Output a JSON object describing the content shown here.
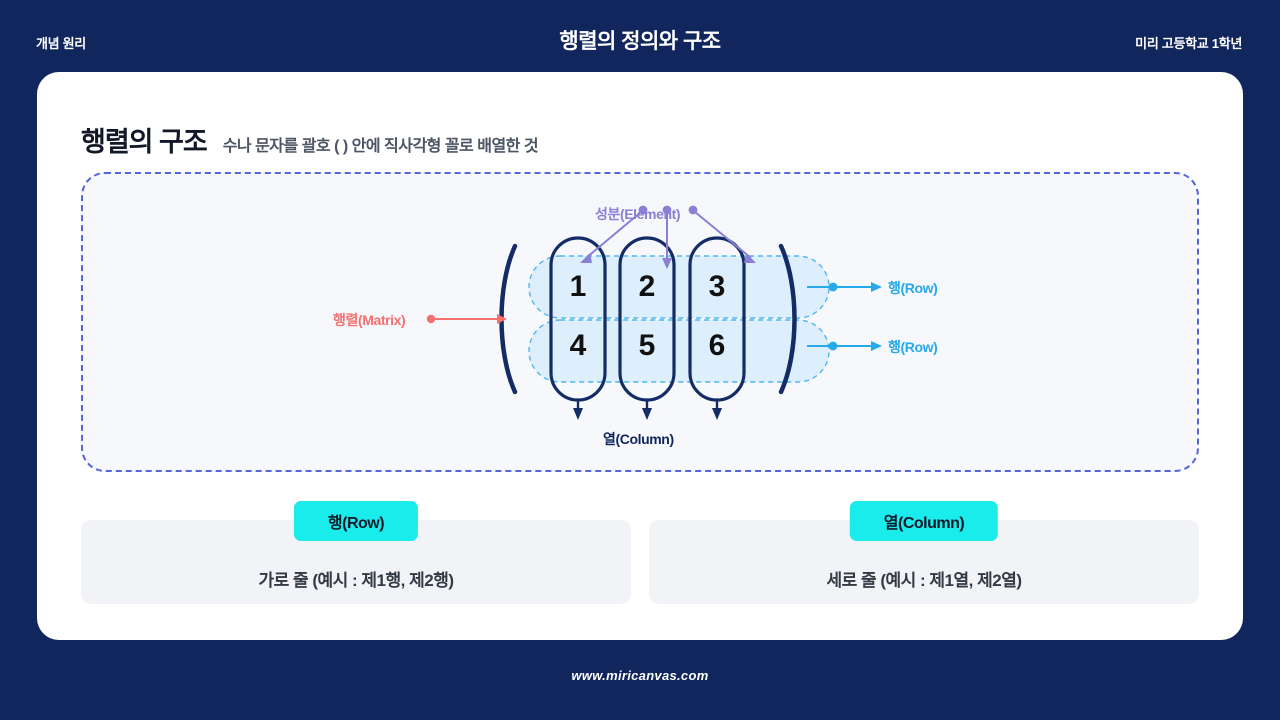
{
  "header": {
    "left_label": "개념 원리",
    "title": "행렬의 정의와 구조",
    "right_label": "미리 고등학교 1학년"
  },
  "section": {
    "title": "행렬의 구조",
    "subtitle": "수나 문자를 괄호 ( ) 안에 직사각형 꼴로 배열한 것"
  },
  "diagram": {
    "matrix_label": "행렬(Matrix)",
    "element_label": "성분(Element)",
    "row_label_1": "행(Row)",
    "row_label_2": "행(Row)",
    "column_label": "열(Column)",
    "matrix_values": [
      [
        "1",
        "2",
        "3"
      ],
      [
        "4",
        "5",
        "6"
      ]
    ],
    "rows": 2,
    "columns": 3,
    "bracket_left": "(",
    "bracket_right": ")"
  },
  "cards": [
    {
      "badge": "행(Row)",
      "description": "가로 줄 (예시 : 제1행, 제2행)"
    },
    {
      "badge": "열(Column)",
      "description": "세로 줄 (예시 : 제1열, 제2열)"
    }
  ],
  "footer": {
    "url": "www.miricanvas.com"
  },
  "colors": {
    "background": "#10265c",
    "card": "#ffffff",
    "badge": "#1aebeb",
    "accent_navy": "#10265c",
    "accent_row": "#25a9e8",
    "accent_element": "#8b7fd4",
    "accent_matrix": "#f4706e",
    "dashed_border": "#5566dd",
    "row_fill": "#ddeefc"
  }
}
